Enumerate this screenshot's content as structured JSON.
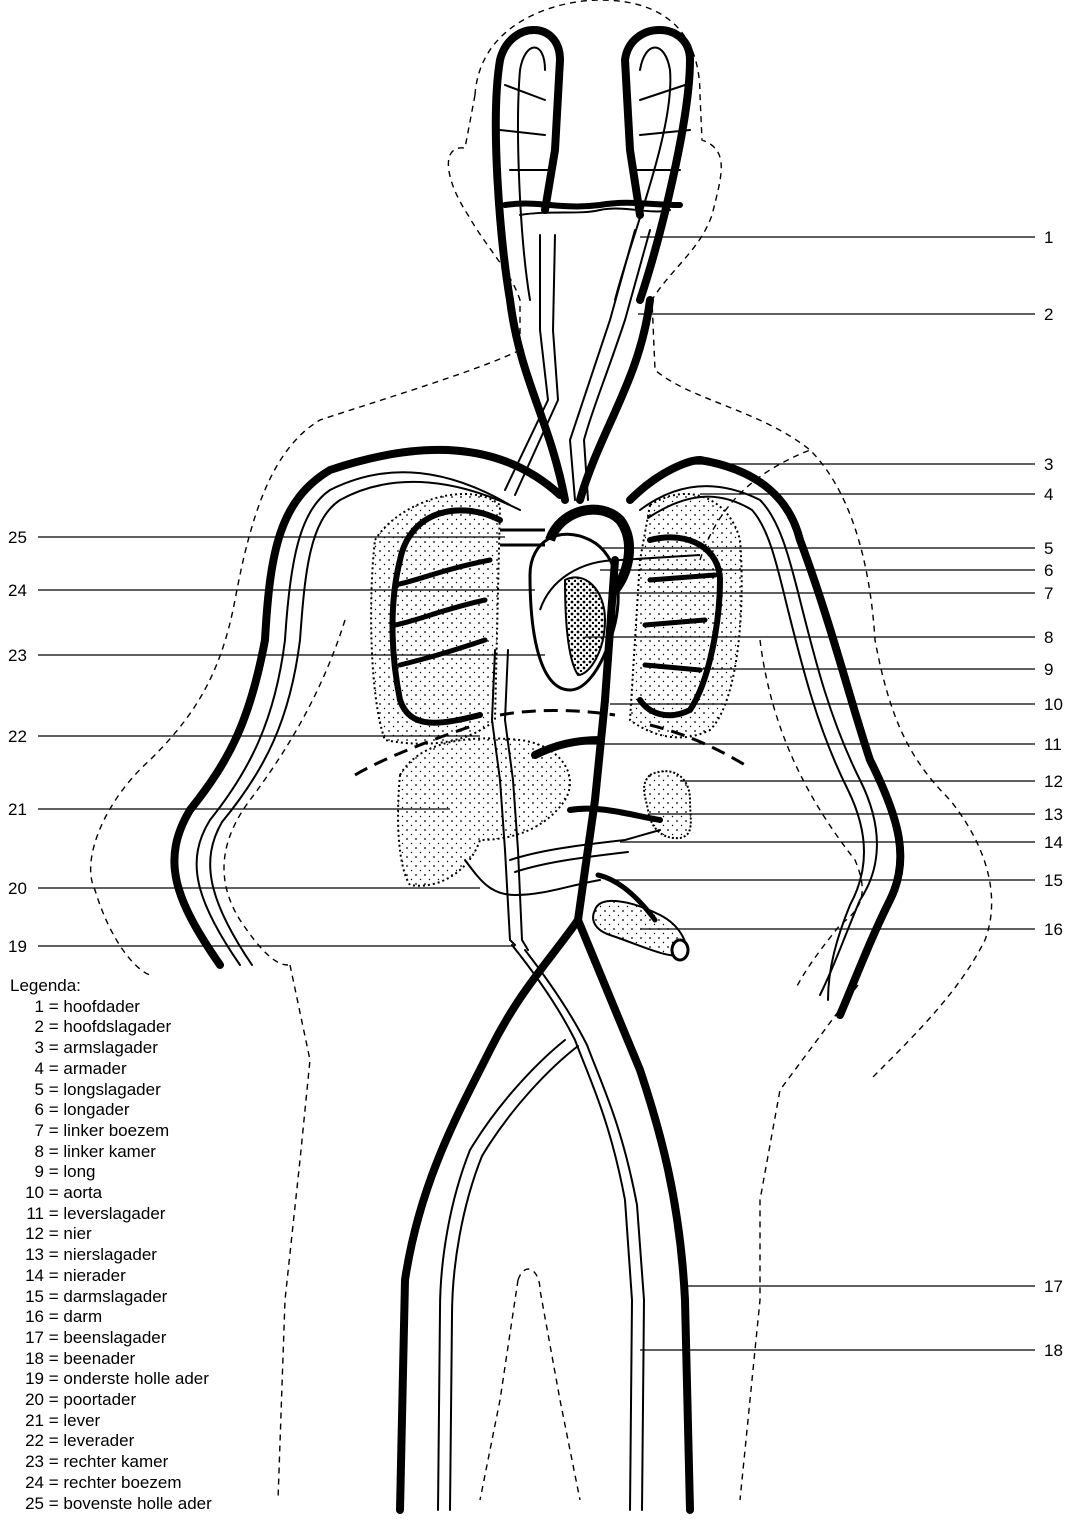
{
  "callouts": {
    "right": [
      "1",
      "2",
      "3",
      "4",
      "5",
      "6",
      "7",
      "8",
      "9",
      "10",
      "11",
      "12",
      "13",
      "14",
      "15",
      "16",
      "17",
      "18"
    ],
    "left": [
      "25",
      "24",
      "23",
      "22",
      "21",
      "20",
      "19"
    ]
  },
  "legend": {
    "title": "Legenda:",
    "items": [
      {
        "num": "1",
        "label": "hoofdader"
      },
      {
        "num": "2",
        "label": "hoofdslagader"
      },
      {
        "num": "3",
        "label": "armslagader"
      },
      {
        "num": "4",
        "label": "armader"
      },
      {
        "num": "5",
        "label": "longslagader"
      },
      {
        "num": "6",
        "label": "longader"
      },
      {
        "num": "7",
        "label": "linker boezem"
      },
      {
        "num": "8",
        "label": "linker kamer"
      },
      {
        "num": "9",
        "label": "long"
      },
      {
        "num": "10",
        "label": "aorta"
      },
      {
        "num": "11",
        "label": "leverslagader"
      },
      {
        "num": "12",
        "label": "nier"
      },
      {
        "num": "13",
        "label": "nierslagader"
      },
      {
        "num": "14",
        "label": "nierader"
      },
      {
        "num": "15",
        "label": "darmslagader"
      },
      {
        "num": "16",
        "label": "darm"
      },
      {
        "num": "17",
        "label": "beenslagader"
      },
      {
        "num": "18",
        "label": "beenader"
      },
      {
        "num": "19",
        "label": "onderste holle ader"
      },
      {
        "num": "20",
        "label": "poortader"
      },
      {
        "num": "21",
        "label": "lever"
      },
      {
        "num": "22",
        "label": "leverader"
      },
      {
        "num": "23",
        "label": "rechter kamer"
      },
      {
        "num": "24",
        "label": "rechter boezem"
      },
      {
        "num": "25",
        "label": "bovenste holle ader"
      }
    ]
  }
}
